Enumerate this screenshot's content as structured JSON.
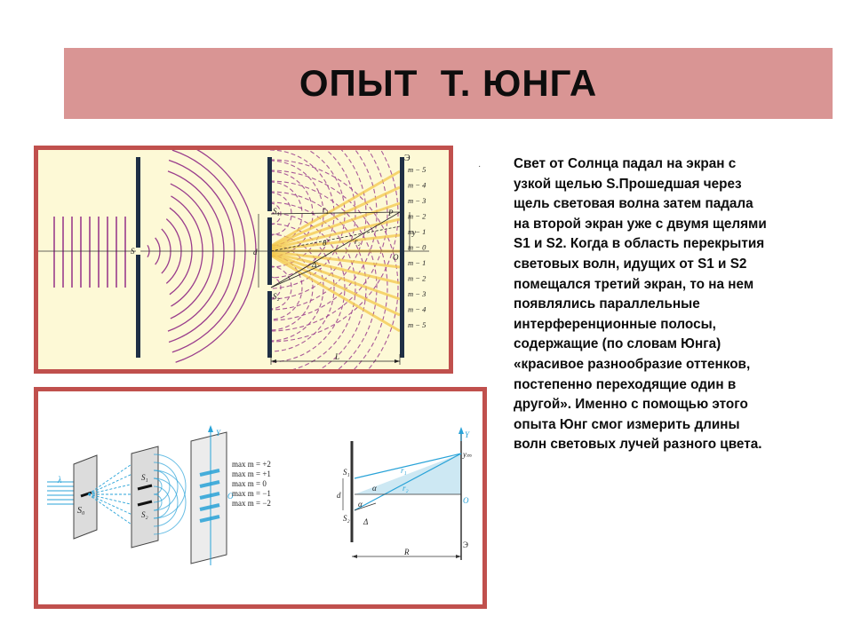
{
  "title": "ОПЫТ  Т. ЮНГА",
  "bullet": "·",
  "text_lines": [
    "Свет от Солнца падал на экран с",
    "узкой щелью S.Прошедшая через",
    "щель световая волна затем падала",
    "на второй экран уже с двумя щелями",
    "S1 и S2. Когда в область перекрытия",
    "световых волн, идущих от S1 и S2",
    "помещался третий экран, то на нем",
    "появлялись параллельные",
    "интерференционные полосы,",
    "содержащие (по словам Юнга)",
    "«красивое разнообразие оттенков,",
    "постепенно переходящие один в",
    "другой». Именно с помощью этого",
    "опыта Юнг смог измерить длины",
    "волн световых лучей разного цвета."
  ],
  "diagram1": {
    "screen_label": "Э",
    "order_labels": [
      "m − 5",
      "m − 4",
      "m − 3",
      "m − 2",
      "m − 1",
      "m − 0",
      "m − 1",
      "m − 2",
      "m − 3",
      "m − 4",
      "m − 5"
    ],
    "s": "S",
    "s1": "S₁",
    "s2": "S₂",
    "d": "d",
    "p": "P",
    "o": "O",
    "y": "y",
    "r1": "r₁",
    "r2": "r₂",
    "theta": "θ",
    "delta": "Δ",
    "L": "L"
  },
  "diagram2": {
    "lambda": "λ",
    "s0": "S₀",
    "s1": "S₁",
    "s2": "S₂",
    "y_axis": "Y",
    "o": "O",
    "max_lines": [
      "max m = +2",
      "max m = +1",
      "max m = 0",
      "max m = −1",
      "max m = −2"
    ]
  },
  "diagram3": {
    "y_axis": "Y",
    "ym": "yₘ",
    "s1": "S₁",
    "s2": "S₂",
    "d": "d",
    "alpha1": "α",
    "alpha2": "α",
    "r1": "r₁",
    "r2": "r₂",
    "delta": "Δ",
    "o": "O",
    "R": "R",
    "screen": "Э"
  },
  "colors": {
    "title_bg": "#d99594",
    "frame_border": "#c0504d",
    "frame1_bg": "#fdf9d6",
    "wave_purple": "#9a3d8c",
    "fringe_yellow": "#f4c84a",
    "screen_navy": "#1f2f45",
    "blue_light": "#29a3d8"
  }
}
